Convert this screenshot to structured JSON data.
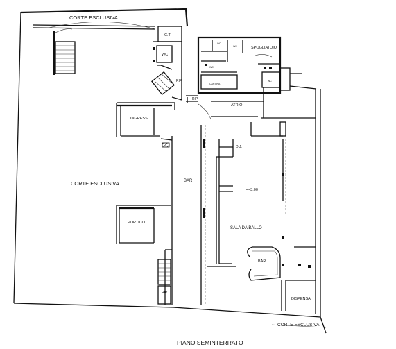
{
  "title": "PIANO SEMINTERRATO",
  "labels": {
    "corte_top": "CORTE ESCLUSIVA",
    "ct": "C.T",
    "wc_left": "WC",
    "rip_stair": "RIP",
    "wc_a": "WC",
    "wc_b": "WC",
    "spogliatoio": "SPOGLIATOIO",
    "wc_c": "WC",
    "cantina": "CANTINA",
    "wc_d": "WC",
    "rip_atrio": "RIP.",
    "atrio": "ATRIO",
    "ingresso": "INGRESSO",
    "dj": "D.J.",
    "corte_left": "CORTE ESCLUSIVA",
    "bar_main": "BAR",
    "height": "H=3.00",
    "portico": "PORTICO",
    "sala": "SALA DA BALLO",
    "bar_small": "BAR",
    "rip_bottom": "RIP",
    "dispensa": "DISPENSA",
    "corte_bottom": "CORTE ESCLUSIVA"
  }
}
